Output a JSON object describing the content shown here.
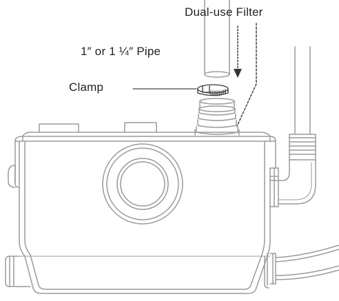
{
  "labels": {
    "filter": "Dual-use Filter",
    "pipe": "1″ or 1 ¼″ Pipe",
    "clamp": "Clamp"
  },
  "colors": {
    "line": "#9a9a9a",
    "line_dark": "#333333",
    "text": "#222222",
    "background": "#ffffff"
  }
}
